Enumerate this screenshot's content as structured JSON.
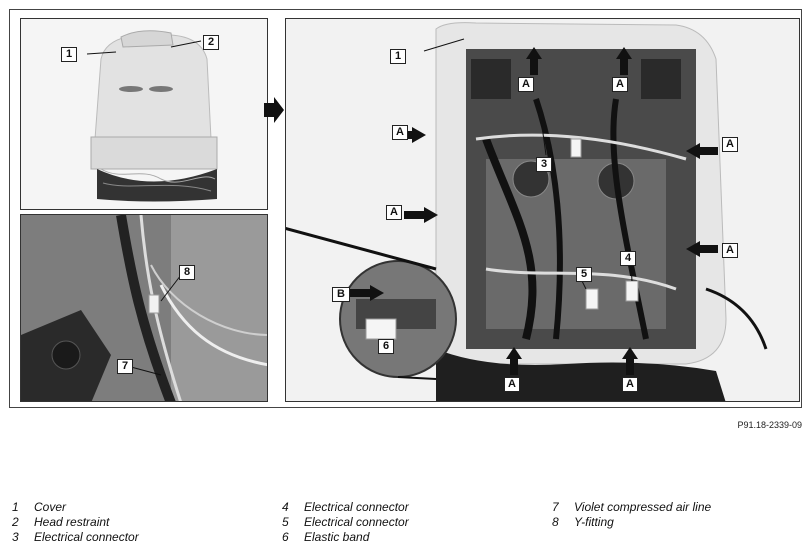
{
  "figure_ref": "P91.18-2339-09",
  "panel1_callouts": [
    "1",
    "2"
  ],
  "panel2_callouts": [
    "8",
    "7"
  ],
  "panel3_callouts": {
    "numbers": [
      "1",
      "3",
      "4",
      "5",
      "6"
    ],
    "A": "A",
    "B": "B"
  },
  "legend": [
    {
      "num": "1",
      "text": "Cover"
    },
    {
      "num": "2",
      "text": "Head restraint"
    },
    {
      "num": "3",
      "text": "Electrical connector"
    },
    {
      "num": "4",
      "text": "Electrical connector"
    },
    {
      "num": "5",
      "text": "Electrical connector"
    },
    {
      "num": "6",
      "text": "Elastic band"
    },
    {
      "num": "7",
      "text": "Violet compressed air line"
    },
    {
      "num": "8",
      "text": "Y-fitting"
    }
  ]
}
